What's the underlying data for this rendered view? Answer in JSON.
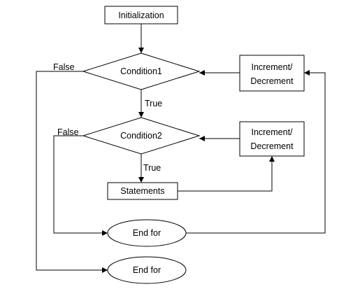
{
  "nodes": {
    "initialization": "Initialization",
    "condition1": "Condition1",
    "condition2": "Condition2",
    "statements": "Statements",
    "increment1": {
      "line1": "Increment/",
      "line2": "Decrement"
    },
    "increment2": {
      "line1": "Increment/",
      "line2": "Decrement"
    },
    "end_for_inner": "End for",
    "end_for_outer": "End for"
  },
  "edge_labels": {
    "cond1_true": "True",
    "cond1_false": "False",
    "cond2_true": "True",
    "cond2_false": "False"
  },
  "colors": {
    "stroke": "#000000",
    "fill": "#ffffff",
    "text": "#000000"
  }
}
